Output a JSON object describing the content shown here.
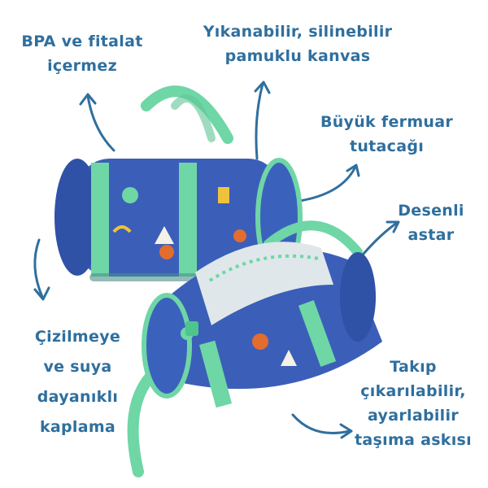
{
  "callouts": {
    "bpa": {
      "lines": [
        "BPA ve fitalat",
        "içermez"
      ]
    },
    "washable": {
      "lines": [
        "Yıkanabilir, silinebilir",
        "pamuklu kanvas"
      ]
    },
    "zipper": {
      "lines": [
        "Büyük fermuar",
        "tutacağı"
      ]
    },
    "lining": {
      "lines": [
        "Desenli",
        "astar"
      ]
    },
    "coating": {
      "lines": [
        "Çizilmeye",
        "ve suya",
        "dayanıklı",
        "kaplama"
      ]
    },
    "strap": {
      "lines": [
        "Takıp",
        "çıkarılabilir,",
        "ayarlabilir",
        "taşıma askısı"
      ]
    }
  },
  "colors": {
    "text": "#2f6f9e",
    "arrow": "#2f6f9e",
    "bag_body": "#3b5fb8",
    "strap": "#6fd6a6",
    "lining": "#dfe7ea"
  }
}
